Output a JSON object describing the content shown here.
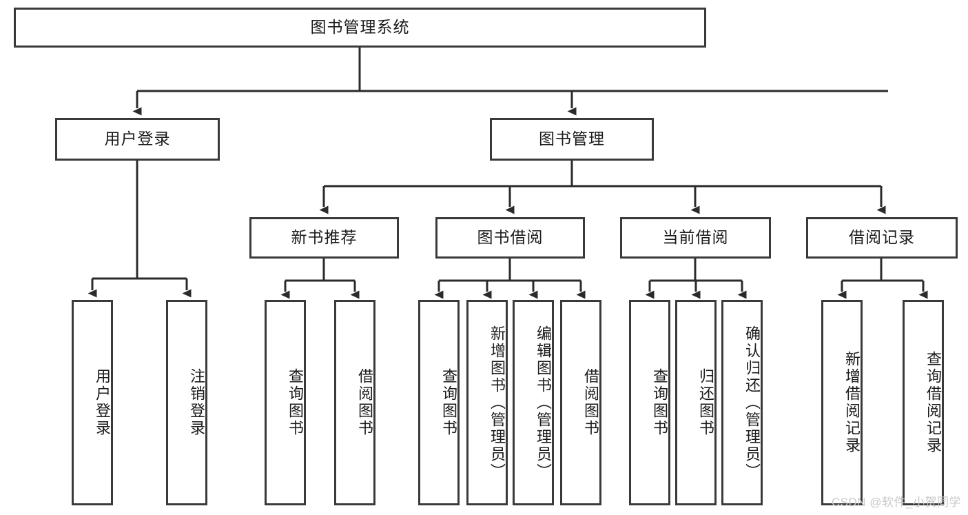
{
  "diagram": {
    "title": "图书管理系统",
    "type": "tree-hierarchy-diagram",
    "colors": {
      "box_border": "#3a3a3a",
      "box_fill": "#ffffff",
      "connector": "#2b2b2b",
      "text": "#1b1b1b",
      "watermark": "#c9c9c9",
      "background": "#ffffff"
    }
  },
  "root": {
    "label": "图书管理系统"
  },
  "level2": [
    {
      "label": "用户登录"
    },
    {
      "label": "图书管理"
    }
  ],
  "level3": [
    {
      "label": "新书推荐"
    },
    {
      "label": "图书借阅"
    },
    {
      "label": "当前借阅"
    },
    {
      "label": "借阅记录"
    }
  ],
  "leaves": {
    "user_login": [
      {
        "label": "用户登录"
      },
      {
        "label": "注销登录"
      }
    ],
    "new_book_recommend": [
      {
        "label": "查询图书"
      },
      {
        "label": "借阅图书"
      }
    ],
    "book_borrow": [
      {
        "label": "查询图书"
      },
      {
        "label": "新增图书（管理员）"
      },
      {
        "label": "编辑图书（管理员）"
      },
      {
        "label": "借阅图书"
      }
    ],
    "current_borrow": [
      {
        "label": "查询图书"
      },
      {
        "label": "归还图书"
      },
      {
        "label": "确认归还（管理员）"
      }
    ],
    "borrow_record": [
      {
        "label": "新增借阅记录"
      },
      {
        "label": "查询借阅记录"
      }
    ]
  },
  "watermark": {
    "text": "CSDN @软件_小贺同学"
  }
}
